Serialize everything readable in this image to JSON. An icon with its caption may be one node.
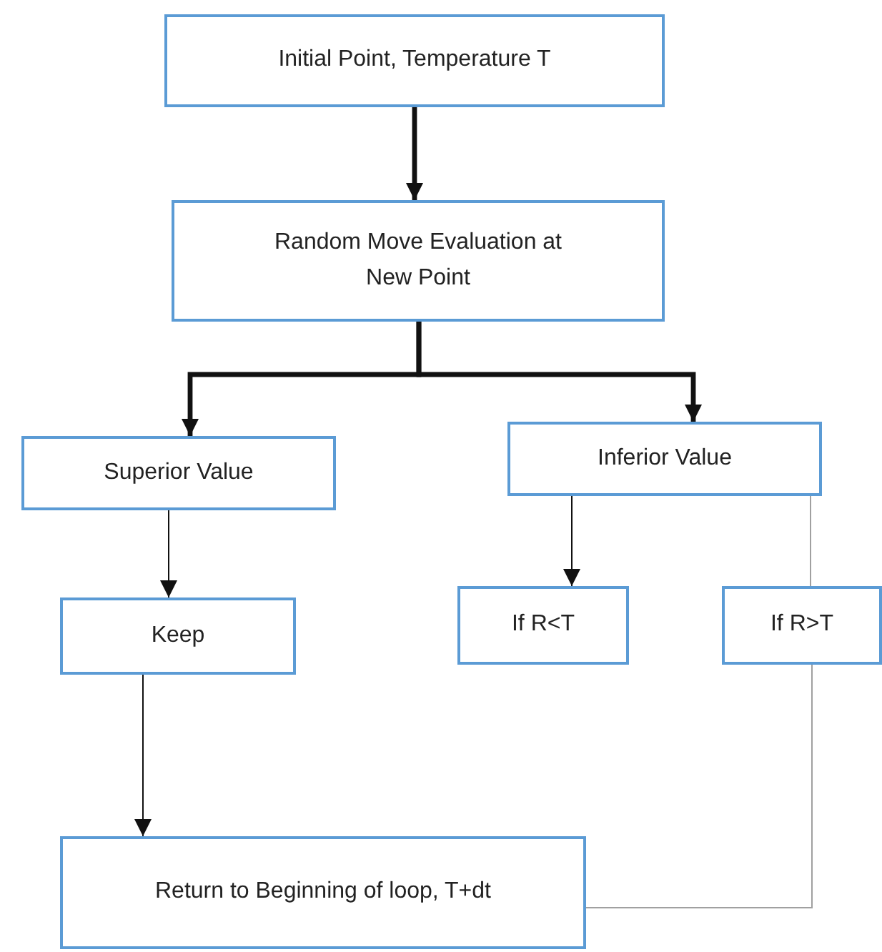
{
  "diagram": {
    "nodes": [
      {
        "text": [
          "Initial Point, Temperature T"
        ]
      },
      {
        "text": [
          "Random Move Evaluation at New Point"
        ]
      },
      {
        "text": [
          "Superior Value"
        ]
      },
      {
        "text": [
          "Inferior Value"
        ]
      },
      {
        "text": [
          "Keep"
        ]
      },
      {
        "text": [
          "If R<T"
        ]
      },
      {
        "text": [
          "If R>T"
        ]
      },
      {
        "text": [
          "Return to Beginning of loop, T+dt"
        ]
      }
    ],
    "edges": [
      {
        "from": 0,
        "to": 1,
        "arrow": "to",
        "style": "thick"
      },
      {
        "from": 1,
        "to": 2,
        "arrow": "to",
        "style": "thick"
      },
      {
        "from": 1,
        "to": 3,
        "arrow": "to",
        "style": "thick"
      },
      {
        "from": 2,
        "to": 4,
        "arrow": "to"
      },
      {
        "from": 3,
        "to": 5,
        "arrow": "to"
      },
      {
        "from": 3,
        "to": 6,
        "arrow": "none",
        "color": "#a0a0a0"
      },
      {
        "from": 4,
        "to": 7,
        "arrow": "to"
      },
      {
        "from": 6,
        "to": 7,
        "arrow": "none",
        "color": "#a0a0a0"
      }
    ]
  }
}
